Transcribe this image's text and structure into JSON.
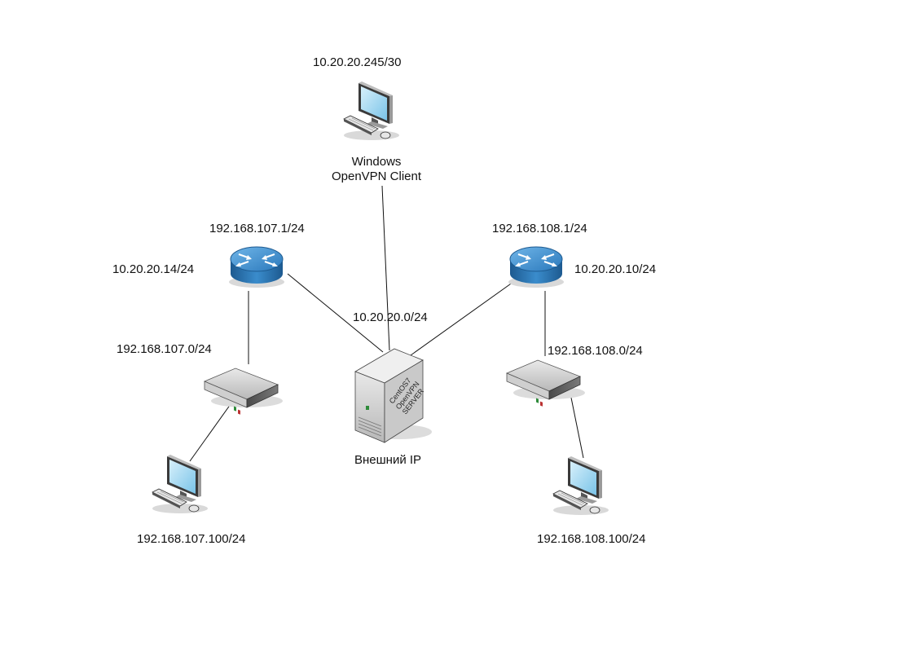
{
  "client": {
    "ip": "10.20.20.245/30",
    "name": "Windows",
    "role": "OpenVPN Client"
  },
  "router_left": {
    "lan_ip": "192.168.107.1/24",
    "wan_ip": "10.20.20.14/24"
  },
  "router_right": {
    "lan_ip": "192.168.108.1/24",
    "wan_ip": "10.20.20.10/24"
  },
  "wan_network": "10.20.20.0/24",
  "server": {
    "label_line1": "CentOS7",
    "label_line2": "OpenVPN",
    "label_line3": "SERVER",
    "caption": "Внешний IP"
  },
  "switch_left": {
    "network": "192.168.107.0/24"
  },
  "switch_right": {
    "network": "192.168.108.0/24"
  },
  "pc_left": {
    "ip": "192.168.107.100/24"
  },
  "pc_right": {
    "ip": "192.168.108.100/24"
  },
  "colors": {
    "router_top": "#2f86c6",
    "router_side": "#1f5f95",
    "monitor_screen": "#a9dcf5",
    "device_gray": "#d6d6d6",
    "line": "#111111"
  }
}
